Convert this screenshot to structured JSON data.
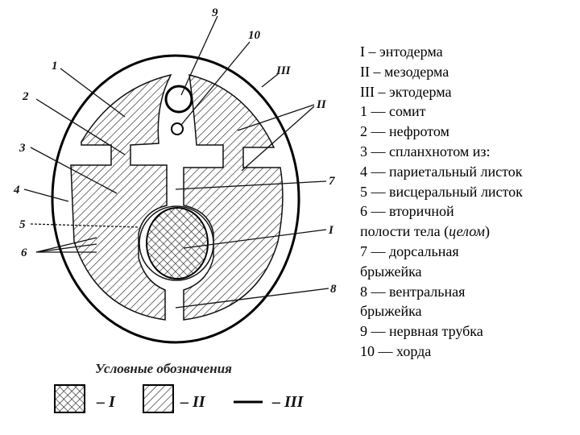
{
  "diagram": {
    "labels": {
      "n1": "1",
      "n2": "2",
      "n3": "3",
      "n4": "4",
      "n5": "5",
      "n6": "6",
      "n7": "7",
      "n8": "8",
      "n9": "9",
      "n10": "10",
      "r1": "I",
      "r2": "II",
      "r3": "III"
    },
    "legend": {
      "title": "Условные обозначения",
      "items": [
        "– I",
        "– II",
        "– III"
      ]
    }
  },
  "key": {
    "lines": [
      "I – энтодерма",
      "II – мезодерма",
      "III – эктодерма",
      "1 — сомит",
      "2 — нефротом",
      "3 — спланхнотом из:",
      "4 — париетальный листок",
      "5 — висцеральный листок",
      "6 — вторичной",
      "полости тела (",
      "целом",
      ")",
      "7 — дорсальная",
      "брыжейка",
      "8 — вентральная",
      "брыжейка",
      "9 — нервная трубка",
      "10 — хорда"
    ]
  }
}
